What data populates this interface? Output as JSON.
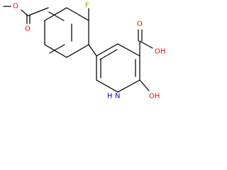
{
  "structure": {
    "atoms": {
      "methyl_o": "O",
      "carbonyl_o_ester": "O",
      "fluorine": "F",
      "acid_oh": "OH",
      "acid_carbonyl_o": "O",
      "ring_n": "N",
      "ring_oh": "OH",
      "n_hydrogen": "H"
    },
    "colors": {
      "oxygen": "#ff0000",
      "nitrogen": "#0000ff",
      "fluorine": "#80b000",
      "bond": "#000000"
    }
  }
}
